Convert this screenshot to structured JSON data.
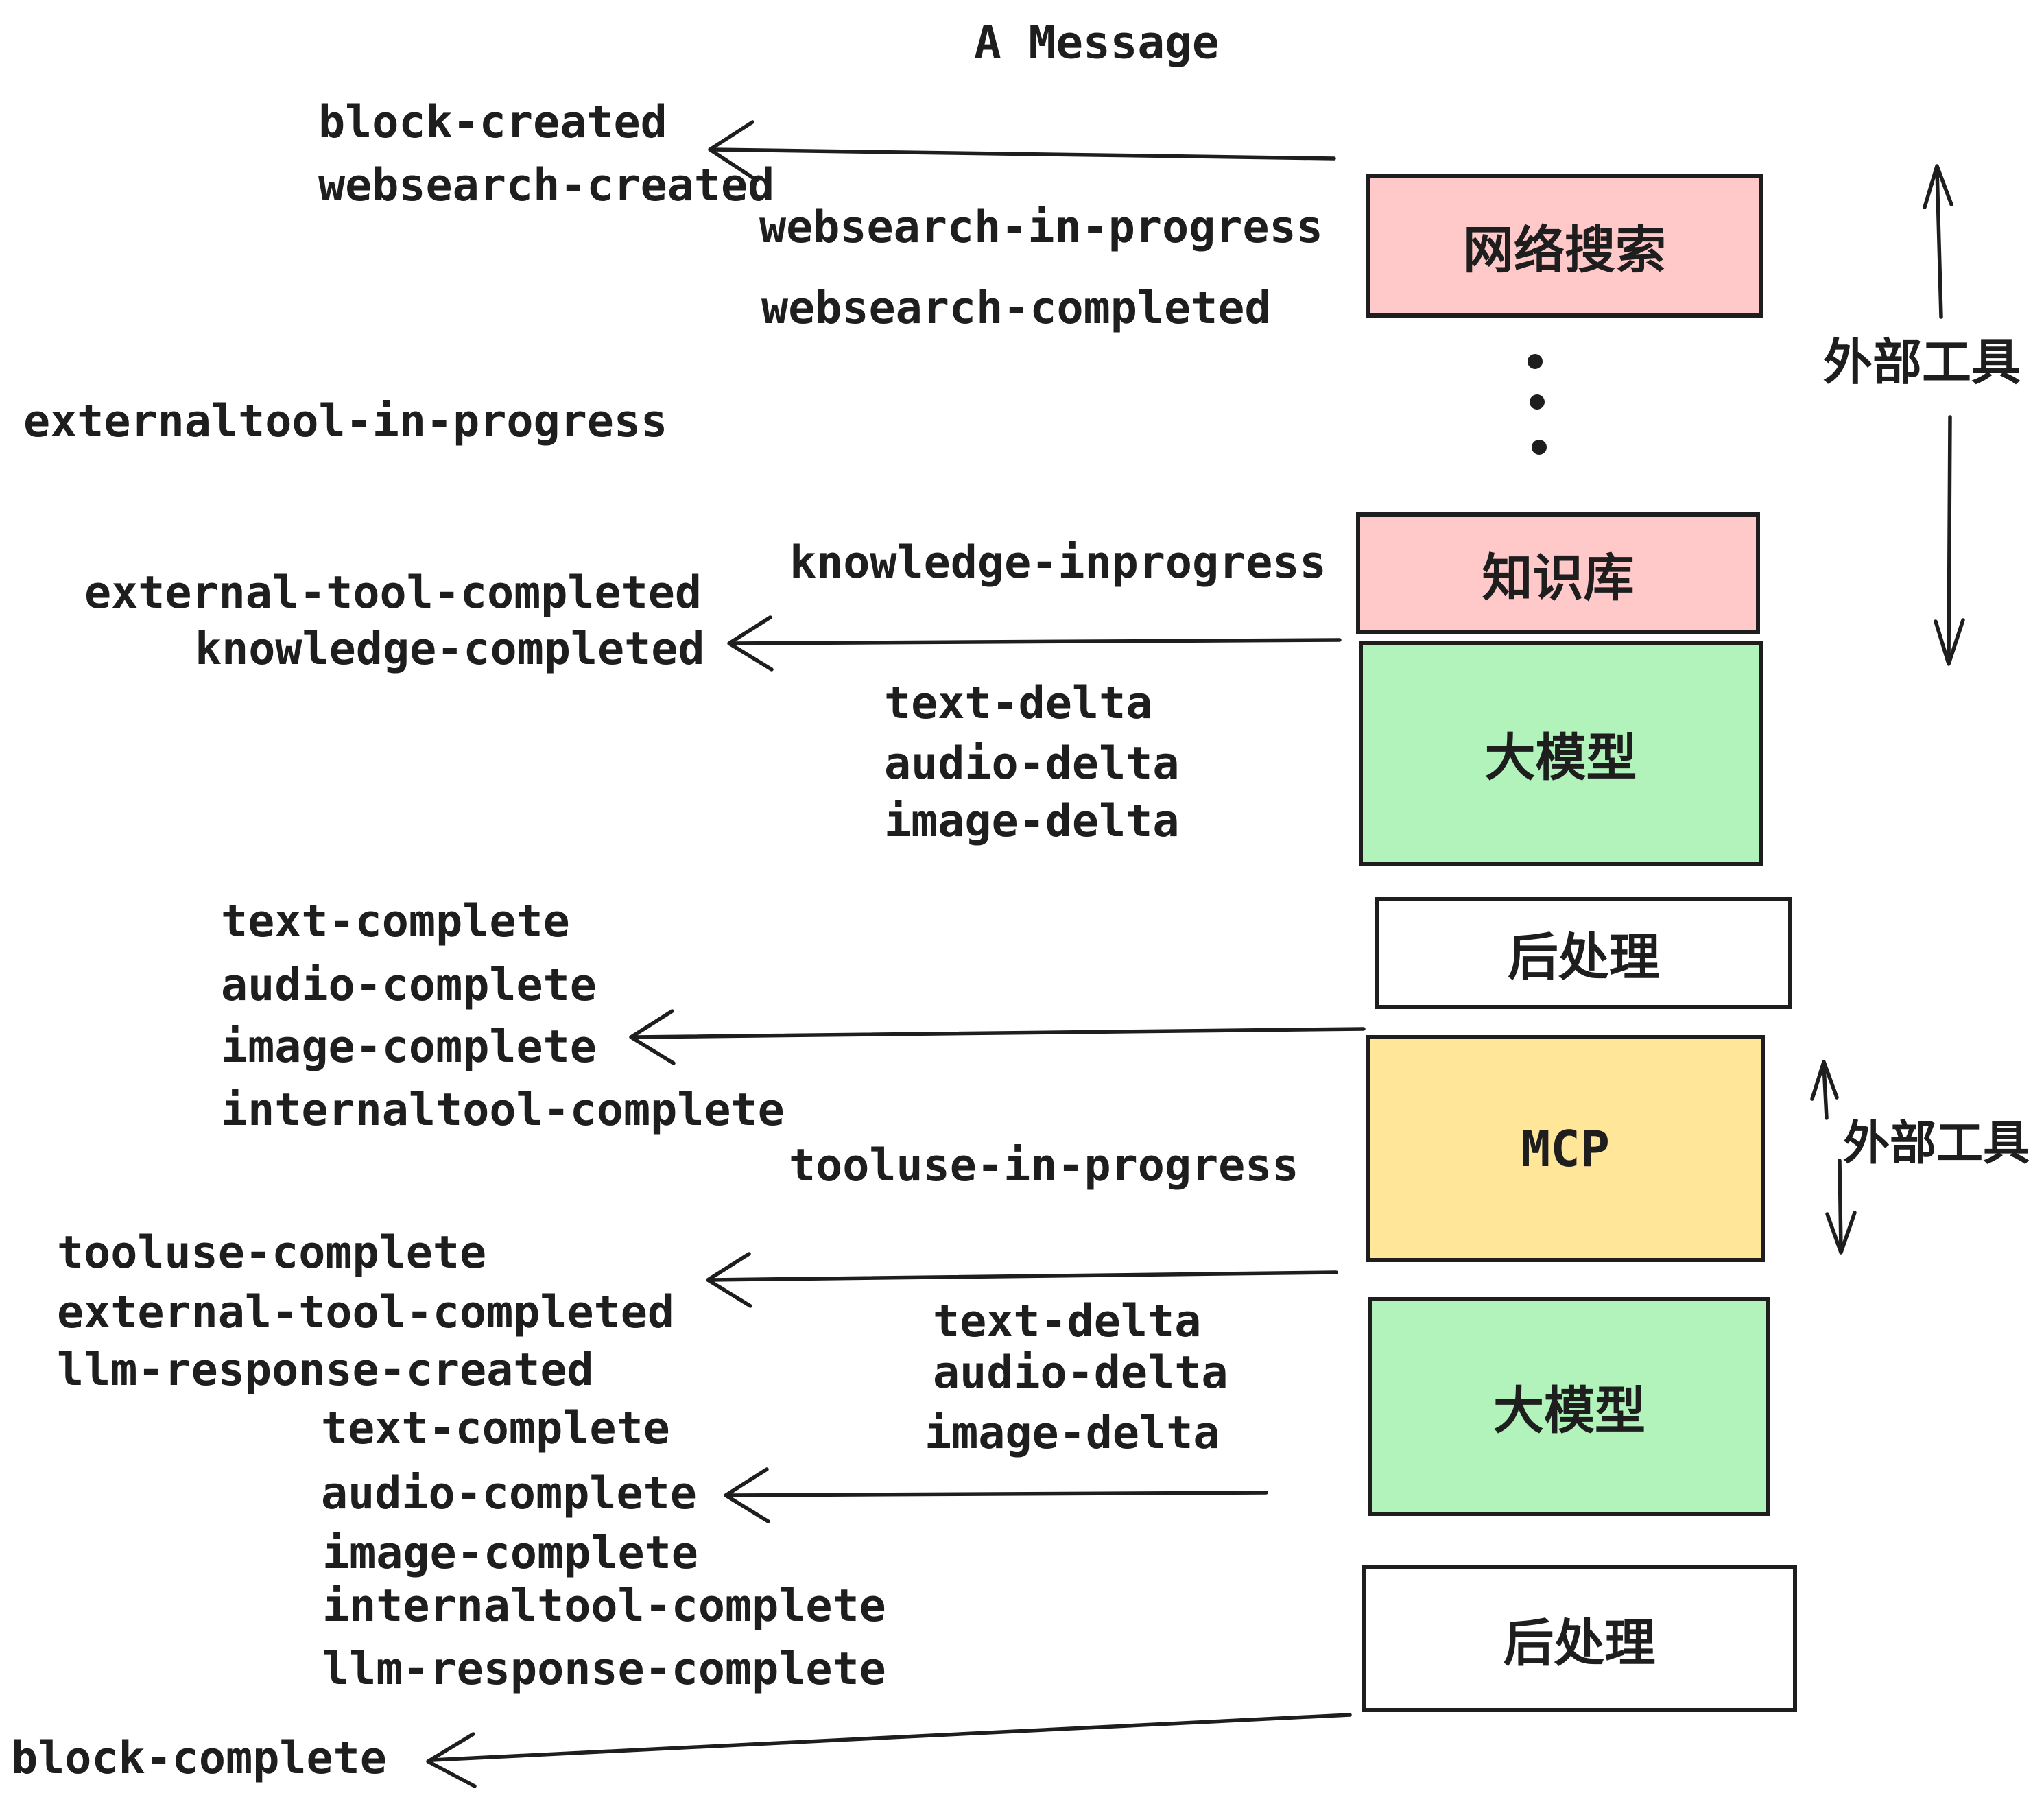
{
  "title": "A Message",
  "colors": {
    "stroke": "#1e1e1e",
    "pink": "#ffc9c9",
    "green": "#b2f2bb",
    "yellow": "#ffe699",
    "white": "#ffffff"
  },
  "boxes": [
    {
      "id": "websearch",
      "label": "网络搜索",
      "fill": "#ffc9c9"
    },
    {
      "id": "knowledge",
      "label": "知识库",
      "fill": "#ffc9c9"
    },
    {
      "id": "llm-1",
      "label": "大模型",
      "fill": "#b2f2bb"
    },
    {
      "id": "postprocess-1",
      "label": "后处理",
      "fill": "#ffffff"
    },
    {
      "id": "mcp",
      "label": "MCP",
      "fill": "#ffe699"
    },
    {
      "id": "llm-2",
      "label": "大模型",
      "fill": "#b2f2bb"
    },
    {
      "id": "postprocess-2",
      "label": "后处理",
      "fill": "#ffffff"
    }
  ],
  "annotations": [
    {
      "id": "external-tools-top",
      "text": "外部工具"
    },
    {
      "id": "external-tools-mid",
      "text": "外部工具"
    }
  ],
  "events": [
    {
      "id": "block-created",
      "text": "block-created"
    },
    {
      "id": "websearch-created",
      "text": "websearch-created"
    },
    {
      "id": "websearch-in-progress",
      "text": "websearch-in-progress"
    },
    {
      "id": "websearch-completed",
      "text": "websearch-completed"
    },
    {
      "id": "externaltool-in-progress",
      "text": "externaltool-in-progress"
    },
    {
      "id": "knowledge-inprogress",
      "text": "knowledge-inprogress"
    },
    {
      "id": "external-tool-completed-1",
      "text": "external-tool-completed"
    },
    {
      "id": "knowledge-completed",
      "text": "knowledge-completed"
    },
    {
      "id": "text-delta-1",
      "text": "text-delta"
    },
    {
      "id": "audio-delta-1",
      "text": "audio-delta"
    },
    {
      "id": "image-delta-1",
      "text": "image-delta"
    },
    {
      "id": "text-complete-1",
      "text": "text-complete"
    },
    {
      "id": "audio-complete-1",
      "text": "audio-complete"
    },
    {
      "id": "image-complete-1",
      "text": "image-complete"
    },
    {
      "id": "internaltool-complete-1",
      "text": "internaltool-complete"
    },
    {
      "id": "tooluse-in-progress",
      "text": "tooluse-in-progress"
    },
    {
      "id": "tooluse-complete",
      "text": "tooluse-complete"
    },
    {
      "id": "external-tool-completed-2",
      "text": "external-tool-completed"
    },
    {
      "id": "llm-response-created",
      "text": "llm-response-created"
    },
    {
      "id": "text-delta-2",
      "text": "text-delta"
    },
    {
      "id": "audio-delta-2",
      "text": "audio-delta"
    },
    {
      "id": "image-delta-2",
      "text": "image-delta"
    },
    {
      "id": "text-complete-2",
      "text": "text-complete"
    },
    {
      "id": "audio-complete-2",
      "text": "audio-complete"
    },
    {
      "id": "image-complete-2",
      "text": "image-complete"
    },
    {
      "id": "internaltool-complete-2",
      "text": "internaltool-complete"
    },
    {
      "id": "llm-response-complete",
      "text": "llm-response-complete"
    },
    {
      "id": "block-complete",
      "text": "block-complete"
    }
  ]
}
